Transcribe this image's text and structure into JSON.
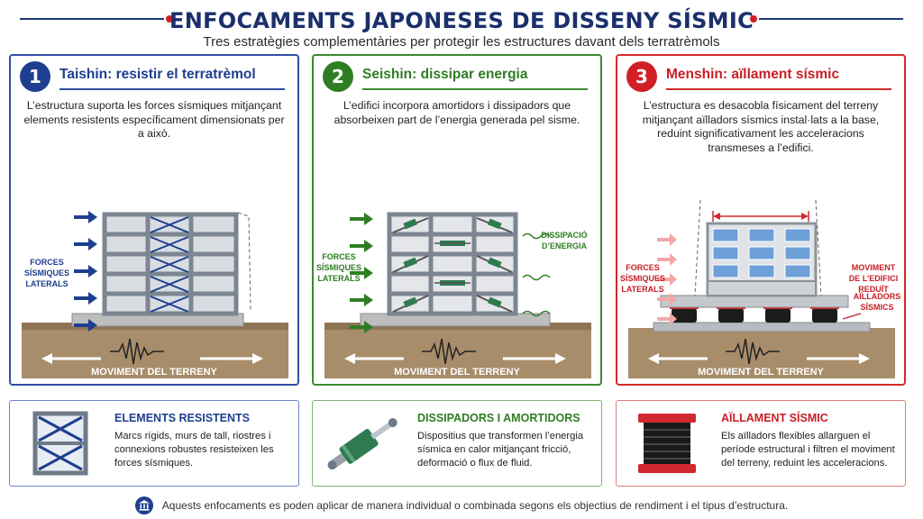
{
  "header": {
    "title": "ENFOCAMENTS JAPONESES DE DISSENY SÍSMIC",
    "subtitle": "Tres estratègies complementàries per protegir les estructures davant dels terratrèmols"
  },
  "panels": [
    {
      "number": "1",
      "title": "Taishin: resistir el terratrèmol",
      "description": "L’estructura suporta les forces sísmiques mitjançant elements resistents específicament dimensionats per a això.",
      "forces_label": [
        "FORCES",
        "SÍSMIQUES",
        "LATERALS"
      ],
      "ground_label": "MOVIMENT DEL TERRENY",
      "accent": "#1e3f8f"
    },
    {
      "number": "2",
      "title": "Seishin: dissipar energia",
      "description": "L’edifici incorpora amortidors i dissipadors que absorbeixen part de l’energia generada pel sisme.",
      "forces_label": [
        "FORCES",
        "SÍSMIQUES",
        "LATERALS"
      ],
      "dissipation_label": [
        "DISSIPACIÓ",
        "D’ENERGIA"
      ],
      "ground_label": "MOVIMENT DEL TERRENY",
      "accent": "#2f7d23"
    },
    {
      "number": "3",
      "title": "Menshin: aïllament sísmic",
      "description": "L’estructura es desacobla físicament del terreny mitjançant aïlladors sísmics instal·lats a la base, reduint significativament les acceleracions transmeses a l’edifici.",
      "forces_label": [
        "FORCES",
        "SÍSMIQUES",
        "LATERALS"
      ],
      "movement_label": [
        "MOVIMENT",
        "DE L’EDIFICI",
        "REDUÏT"
      ],
      "isolators_label": [
        "AÏLLADORS",
        "SÍSMICS"
      ],
      "ground_label": "MOVIMENT DEL TERRENY",
      "accent": "#c81e24"
    }
  ],
  "cards": [
    {
      "title": "ELEMENTS RESISTENTS",
      "text": "Marcs rígids, murs de tall, riostres i connexions robustes resisteixen les forces sísmiques.",
      "icon": "braced-frame-icon"
    },
    {
      "title": "DISSIPADORS I AMORTIDORS",
      "text": "Dispositius que transformen l’energia sísmica en calor mitjançant fricció, deformació o flux de fluid.",
      "icon": "damper-icon"
    },
    {
      "title": "AÏLLAMENT SÍSMIC",
      "text": "Els aïlladors flexibles allarguen el període estructural i filtren el moviment del terreny, reduint les acceleracions.",
      "icon": "isolator-bearing-icon"
    }
  ],
  "footer": {
    "text": "Aquests enfocaments es poden aplicar de manera individual o combinada segons els objectius de rendiment i el tipus d’estructura.",
    "icon": "institution-icon"
  }
}
